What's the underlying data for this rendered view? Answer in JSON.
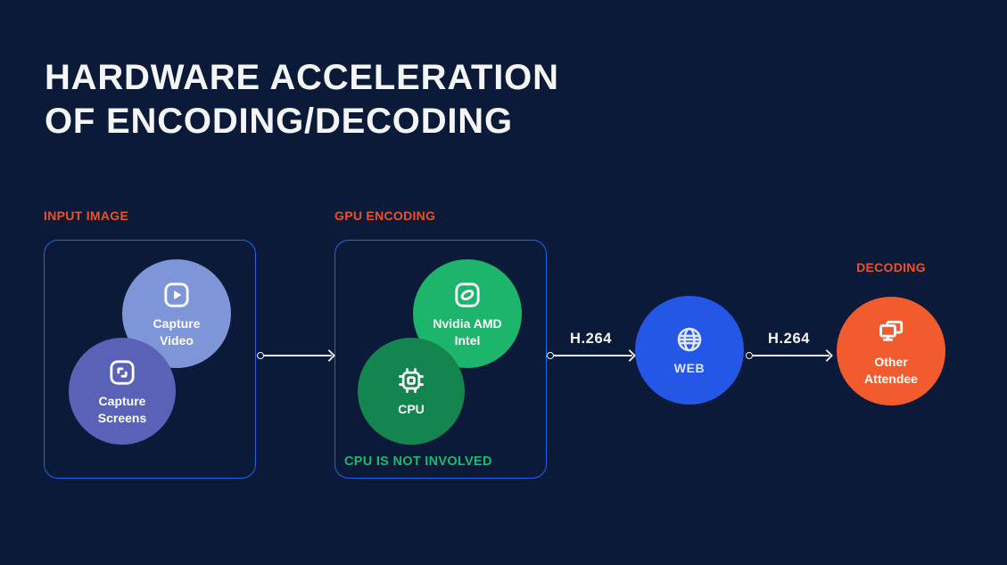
{
  "title": {
    "line1": "HARDWARE ACCELERATION",
    "line2": "OF ENCODING/DECODING"
  },
  "sections": {
    "input": {
      "heading": "INPUT IMAGE"
    },
    "gpu": {
      "heading": "GPU ENCODING",
      "note": "CPU IS NOT INVOLVED"
    },
    "decoding": {
      "heading": "DECODING"
    }
  },
  "nodes": {
    "capture_video": {
      "label_line1": "Capture",
      "label_line2": "Video",
      "icon": "play-video-icon"
    },
    "capture_screens": {
      "label_line1": "Capture",
      "label_line2": "Screens",
      "icon": "screen-capture-icon"
    },
    "gpu_vendors": {
      "label_line1": "Nvidia AMD",
      "label_line2": "Intel",
      "icon": "gpu-chip-icon"
    },
    "cpu": {
      "label_line1": "CPU",
      "icon": "cpu-chip-icon"
    },
    "web": {
      "label_line1": "WEB",
      "icon": "globe-icon"
    },
    "other_attendee": {
      "label_line1": "Other",
      "label_line2": "Attendee",
      "icon": "dual-monitors-icon"
    }
  },
  "arrows": {
    "input_to_gpu": {
      "label": ""
    },
    "gpu_to_web": {
      "label": "H.264"
    },
    "web_to_attendee": {
      "label": "H.264"
    }
  },
  "colors": {
    "background": "#0b1a38",
    "text_white": "#f4f5f7",
    "accent_orange": "#ea5329",
    "accent_green": "#1cb96e",
    "box_border": "#2563eb",
    "node_capture_video": "#7e96d8",
    "node_capture_screens": "#5a62b8",
    "node_gpu_vendors": "#1db46c",
    "node_cpu": "#15854f",
    "node_web": "#2457e5",
    "node_attendee": "#f15b2d"
  }
}
